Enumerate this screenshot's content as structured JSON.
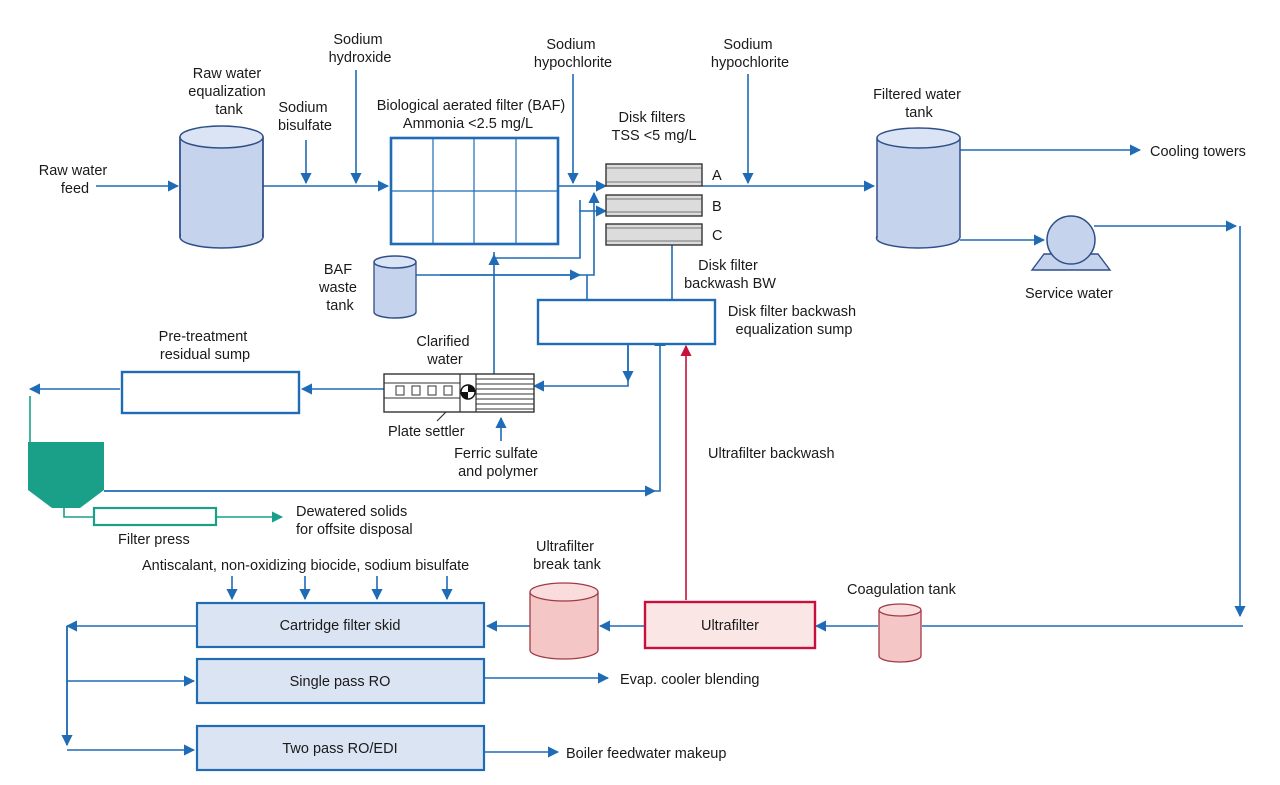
{
  "labels": {
    "raw_water_feed": [
      "Raw water",
      "feed"
    ],
    "raw_water_tank": [
      "Raw water",
      "equalization",
      "tank"
    ],
    "sodium_bisulfate": [
      "Sodium",
      "bisulfate"
    ],
    "sodium_hydroxide": [
      "Sodium",
      "hydroxide"
    ],
    "baf": [
      "Biological aerated filter (BAF)",
      "Ammonia <2.5 mg/L"
    ],
    "sodium_hypochlorite_1": [
      "Sodium",
      "hypochlorite"
    ],
    "sodium_hypochlorite_2": [
      "Sodium",
      "hypochlorite"
    ],
    "disk_filters": [
      "Disk filters",
      "TSS <5 mg/L"
    ],
    "disk_a": "A",
    "disk_b": "B",
    "disk_c": "C",
    "filtered_water_tank": [
      "Filtered water",
      "tank"
    ],
    "cooling_towers": "Cooling towers",
    "service_water": "Service water",
    "baf_waste_tank": [
      "BAF",
      "waste",
      "tank"
    ],
    "disk_filter_backwash_bw": [
      "Disk filter",
      "backwash BW"
    ],
    "disk_filter_backwash_sump": [
      "Disk filter backwash",
      "equalization sump"
    ],
    "clarified_water": [
      "Clarified",
      "water"
    ],
    "pretreatment_sump": [
      "Pre-treatment",
      "residual sump"
    ],
    "plate_settler": "Plate settler",
    "ferric_sulfate": [
      "Ferric sulfate",
      "and polymer"
    ],
    "ultrafilter_backwash": "Ultrafilter backwash",
    "dewatered_solids": [
      "Dewatered solids",
      "for offsite disposal"
    ],
    "filter_press": "Filter press",
    "antiscalant": "Antiscalant, non-oxidizing biocide, sodium bisulfate",
    "ultrafilter_break_tank": [
      "Ultrafilter",
      "break tank"
    ],
    "coagulation_tank": "Coagulation tank",
    "cartridge_filter_skid": "Cartridge filter skid",
    "ultrafilter": "Ultrafilter",
    "single_pass_ro": "Single pass RO",
    "evap_cooler_blending": "Evap. cooler blending",
    "two_pass_ro": "Two pass RO/EDI",
    "boiler_feedwater": "Boiler feedwater makeup"
  },
  "colors": {
    "flow": "#1f6bb5",
    "solids": "#1aa088",
    "ultrafilter_backwash": "#c8103c",
    "tank_blue": "#c5d3ec",
    "tank_pink": "#f4c6c6",
    "skid_fill": "#dbe4f3"
  }
}
